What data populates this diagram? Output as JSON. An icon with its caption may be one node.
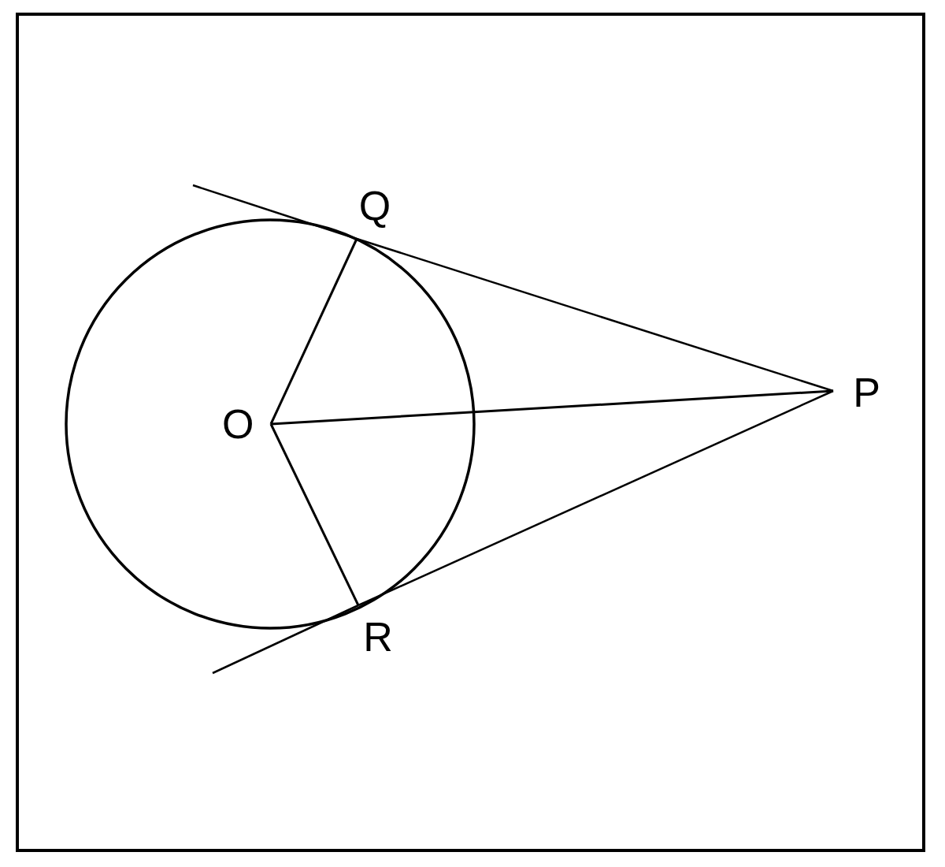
{
  "diagram": {
    "nodes": [
      {
        "text": [
          "Q"
        ]
      },
      {
        "text": [
          "O"
        ]
      },
      {
        "text": [
          "P"
        ]
      },
      {
        "text": [
          "R"
        ]
      }
    ],
    "edges": [
      {
        "from": 1,
        "to": 0,
        "arrow": "none"
      },
      {
        "from": 1,
        "to": 2,
        "arrow": "none"
      },
      {
        "from": 1,
        "to": 3,
        "arrow": "none"
      },
      {
        "from": 0,
        "to": 2,
        "arrow": "none"
      },
      {
        "from": 3,
        "to": 2,
        "arrow": "none"
      }
    ]
  }
}
